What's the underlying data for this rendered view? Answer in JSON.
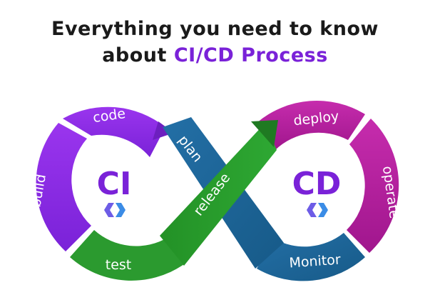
{
  "title": {
    "line1": "Everything you need to know",
    "line2_prefix": "about ",
    "line2_highlight": "CI/CD Process"
  },
  "ci_loop": {
    "center_label": "CI",
    "stages": {
      "code": "code",
      "build": "build",
      "test": "test",
      "plan": "plan"
    }
  },
  "cd_loop": {
    "center_label": "CD",
    "stages": {
      "deploy": "deploy",
      "operate": "operate",
      "monitor": "Monitor",
      "release": "release"
    }
  },
  "colors": {
    "title_text": "#1a1a1a",
    "title_accent": "#7a22d8",
    "ci_purple": "#8b2ce0",
    "ci_purple_dark": "#6d1fbf",
    "cd_magenta": "#c21ea8",
    "cd_magenta_dark": "#9a1487",
    "green": "#2b9a2f",
    "green_dark": "#1f7a22",
    "blue": "#1f6ba0",
    "blue_dark": "#17557f",
    "ci_text": "#7a22d8",
    "cd_text": "#7a22d8"
  },
  "icons": [
    "ci-logo-icon",
    "cd-logo-icon"
  ]
}
